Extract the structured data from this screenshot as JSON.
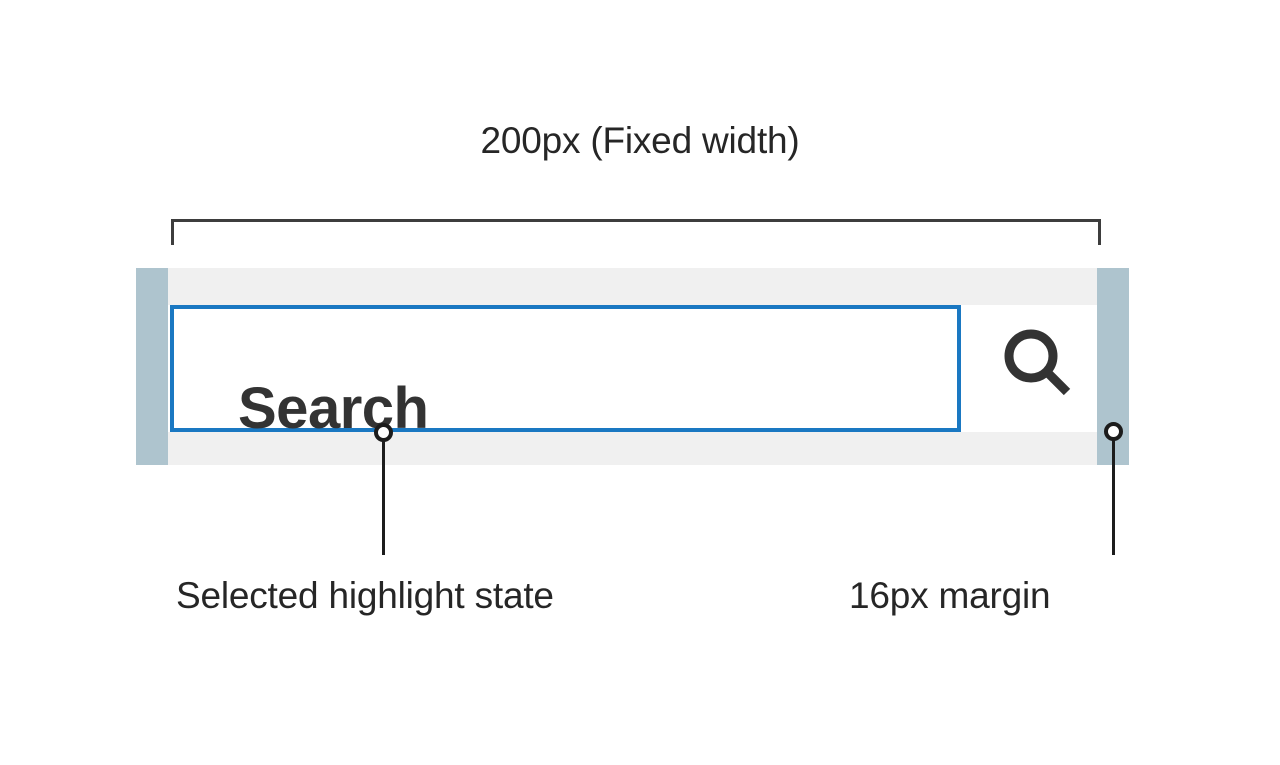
{
  "annotations": {
    "width_label": "200px (Fixed width)",
    "highlight_label": "Selected highlight state",
    "margin_label": "16px margin"
  },
  "search_component": {
    "placeholder": "Search",
    "icon": "search-magnifier-icon"
  },
  "colors": {
    "margin_bar": "#aec4ce",
    "component_background": "#f0f0f0",
    "focus_border": "#1a78c2",
    "field_background": "#ffffff",
    "text": "#333333",
    "annotation_text": "#262626",
    "callout_stroke": "#1c1c1c",
    "page_background": "#ffffff"
  }
}
